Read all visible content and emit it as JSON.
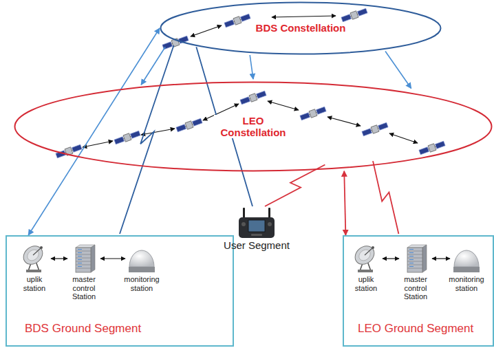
{
  "diagram": {
    "nodes": [
      {
        "text": [
          "BDS Constellation"
        ]
      },
      {
        "text": [
          "LEO Constellation"
        ]
      },
      {
        "text": [
          "BDS Ground Segment"
        ]
      },
      {
        "text": [
          "uplik station"
        ],
        "in": 2
      },
      {
        "text": [
          "master control Station"
        ],
        "in": 2
      },
      {
        "text": [
          "monitoring station"
        ],
        "in": 2
      },
      {
        "text": [
          "User Segment"
        ]
      },
      {
        "text": [
          "LEO Ground Segment"
        ]
      },
      {
        "text": [
          "uplik station"
        ],
        "in": 7
      },
      {
        "text": [
          "master control Station"
        ],
        "in": 7
      },
      {
        "text": [
          "monitoring station"
        ],
        "in": 7
      }
    ],
    "edges": [
      {
        "from": 2,
        "to": 0,
        "arrow": "both"
      },
      {
        "from": 0,
        "to": 1,
        "arrow": "to"
      },
      {
        "from": 0,
        "to": 1,
        "arrow": "to"
      },
      {
        "from": 0,
        "to": 1,
        "arrow": "to"
      },
      {
        "from": 0,
        "to": 2,
        "arrow": "none"
      },
      {
        "from": 0,
        "to": 6,
        "arrow": "none"
      },
      {
        "from": 3,
        "to": 4,
        "arrow": "both"
      },
      {
        "from": 4,
        "to": 5,
        "arrow": "both"
      },
      {
        "from": 1,
        "to": 6,
        "arrow": "none"
      },
      {
        "from": 1,
        "to": 7,
        "arrow": "none"
      },
      {
        "from": 7,
        "to": 1,
        "arrow": "both"
      },
      {
        "from": 8,
        "to": 9,
        "arrow": "both"
      },
      {
        "from": 9,
        "to": 10,
        "arrow": "both"
      }
    ]
  }
}
